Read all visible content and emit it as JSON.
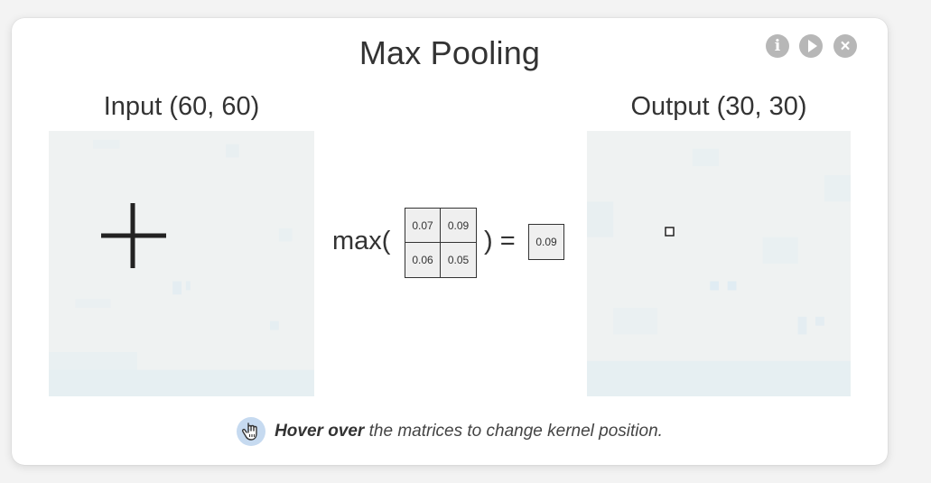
{
  "modal": {
    "title": "Max Pooling",
    "controls": {
      "info_icon": "info-icon",
      "play_icon": "play-icon",
      "close_icon": "close-icon",
      "info_glyph": "i",
      "close_glyph": "×"
    }
  },
  "input": {
    "label": "Input (60, 60)"
  },
  "output": {
    "label": "Output (30, 30)"
  },
  "equation": {
    "prefix": "max(",
    "suffix": ") =",
    "kernel": [
      [
        "0.07",
        "0.09"
      ],
      [
        "0.06",
        "0.05"
      ]
    ],
    "result": "0.09"
  },
  "hint": {
    "icon": "hand-pointer-icon",
    "bold": "Hover over",
    "text": "the matrices to change kernel position."
  },
  "colors": {
    "background": "#f3f3f3",
    "modal": "#ffffff",
    "matrix_base": "#eff2f2",
    "matrix_tint": "#dceaf2",
    "hint_icon_bg": "#c6daf0",
    "control_gray": "#b7b7b7"
  }
}
